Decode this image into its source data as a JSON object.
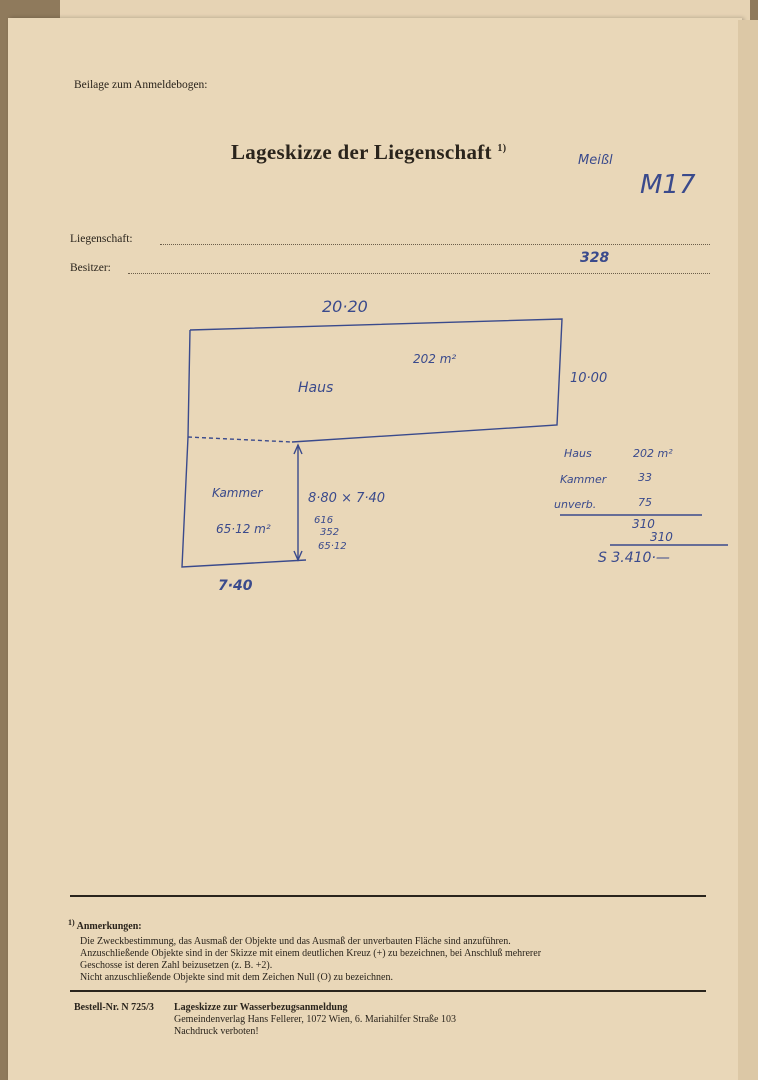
{
  "form": {
    "attachment_label": "Beilage zum Anmeldebogen:",
    "title": "Lageskizze der Liegenschaft",
    "title_footnote": "1)",
    "property_label": "Liegenschaft:",
    "owner_label": "Besitzer:"
  },
  "notes": {
    "marker": "1)",
    "heading": "Anmerkungen:",
    "lines": [
      "Die Zweckbestimmung, das Ausmaß der Objekte und das Ausmaß der unverbauten Fläche sind anzuführen.",
      "Anzuschließende Objekte sind in der Skizze mit einem deutlichen Kreuz (+) zu bezeichnen, bei Anschluß mehrerer",
      "Geschosse ist deren Zahl beizusetzen (z. B. +2).",
      "Nicht anzuschließende Objekte sind mit dem Zeichen Null (O) zu bezeichnen."
    ]
  },
  "footer": {
    "order_no": "Bestell-Nr. N 725/3",
    "product": "Lageskizze zur Wasserbezugsanmeldung",
    "publisher": "Gemeindenverlag Hans Fellerer, 1072 Wien, 6. Mariahilfer Straße 103",
    "reprint": "Nachdruck verboten!"
  },
  "handwriting": {
    "name": "Meißl",
    "code": "M17",
    "owner_number": "328",
    "width_top": "20·20",
    "house_area": "202 m²",
    "house_label": "Haus",
    "house_depth": "10·00",
    "kammer_label": "Kammer",
    "kammer_area": "65·12 m²",
    "kammer_dim": "8·80 × 7·40",
    "calc1": "616",
    "calc2": "352",
    "calc3": "65·12",
    "bottom_width": "7·40",
    "summary": [
      {
        "label": "Haus",
        "value": "202 m²"
      },
      {
        "label": "Kammer",
        "value": "33"
      },
      {
        "label": "unverb.",
        "value": "75"
      }
    ],
    "sum_a": "310",
    "sum_b": "310",
    "total": "S 3.410·—"
  }
}
